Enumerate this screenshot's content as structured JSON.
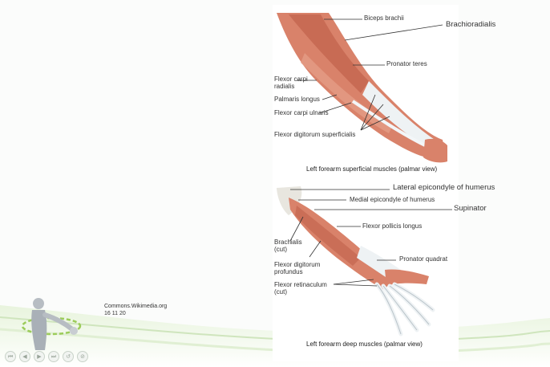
{
  "superficial": {
    "labels": {
      "biceps": "Biceps brachii",
      "brachioradialis": "Brachioradialis",
      "pronator_teres": "Pronator teres",
      "fcr": "Flexor carpi radialis",
      "palmaris": "Palmaris longus",
      "fcu": "Flexor carpi ulnaris",
      "fds": "Flexor digitorum superficialis"
    },
    "caption": "Left forearm superficial muscles (palmar view)"
  },
  "deep": {
    "labels": {
      "lateral_epicondyle": "Lateral epicondyle of humerus",
      "medial_epicondyle": "Medial epicondyle of humerus",
      "supinator": "Supinator",
      "fpl": "Flexor pollicis longus",
      "brachialis": "Brachialis (cut)",
      "pronator_quadratus": "Pronator quadrat",
      "fdp": "Flexor digitorum profundus",
      "retinaculum": "Flexor retinaculum (cut)"
    },
    "caption": "Left forearm deep muscles (palmar view)"
  },
  "credit": {
    "source": "Commons.Wikimedia.org",
    "date": "16 11 20"
  },
  "nav": [
    "⏮",
    "◀",
    "▶",
    "⏭",
    "↺",
    "⊘"
  ],
  "colors": {
    "muscle": "#d9826a",
    "muscle_dark": "#c0614b",
    "tendon": "#e8eef2",
    "wave": "#d6ecc4"
  }
}
